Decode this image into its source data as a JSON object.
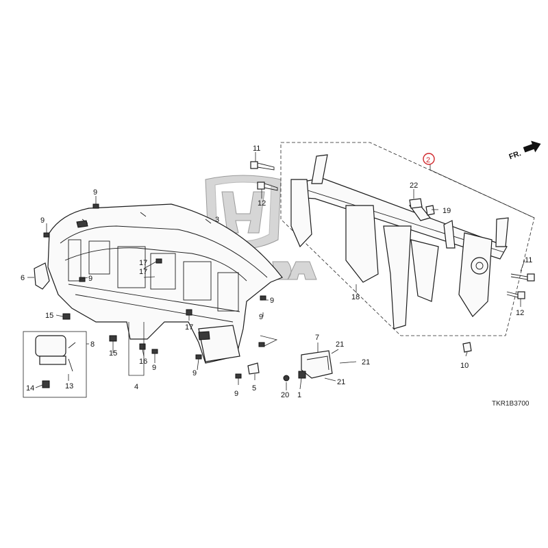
{
  "diagram": {
    "code": "TKR1B3700",
    "direction_label": "FR.",
    "callouts": {
      "c1": "1",
      "c2": "2",
      "c3": "3",
      "c4": "4",
      "c5": "5",
      "c6": "6",
      "c7": "7",
      "c8": "8",
      "c9a": "9",
      "c9b": "9",
      "c9c": "9",
      "c9d": "9",
      "c9e": "9",
      "c9f": "9",
      "c9g": "9",
      "c9h": "9",
      "c10": "10",
      "c11a": "11",
      "c11b": "11",
      "c12a": "12",
      "c12b": "12",
      "c13": "13",
      "c14": "14",
      "c15a": "15",
      "c15b": "15",
      "c16": "16",
      "c17a": "17",
      "c17b": "17",
      "c17c": "17",
      "c18": "18",
      "c19": "19",
      "c20": "20",
      "c21a": "21",
      "c21b": "21",
      "c21c": "21",
      "c22": "22"
    },
    "highlight_color": "#d0262a",
    "highlighted_part": "2"
  }
}
